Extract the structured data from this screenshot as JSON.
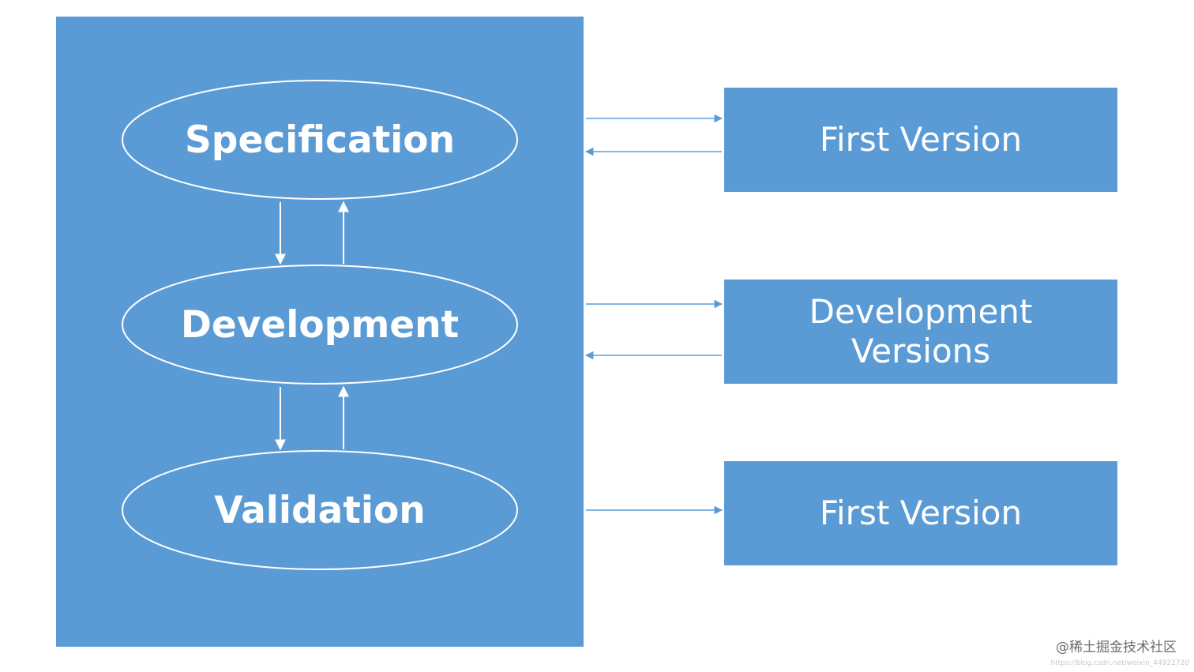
{
  "diagram": {
    "stages": [
      {
        "label": "Specification"
      },
      {
        "label": "Development"
      },
      {
        "label": "Validation"
      }
    ],
    "outputs": [
      {
        "label": "First Version"
      },
      {
        "label": "Development Versions"
      },
      {
        "label": "First Version"
      }
    ],
    "colors": {
      "panel": "#5b9bd5",
      "arrow": "#5b9bd5",
      "text": "#ffffff"
    }
  },
  "watermark": {
    "text": "@稀土掘金技术社区",
    "url": "https://blog.csdn.net/weixin_44922720"
  }
}
